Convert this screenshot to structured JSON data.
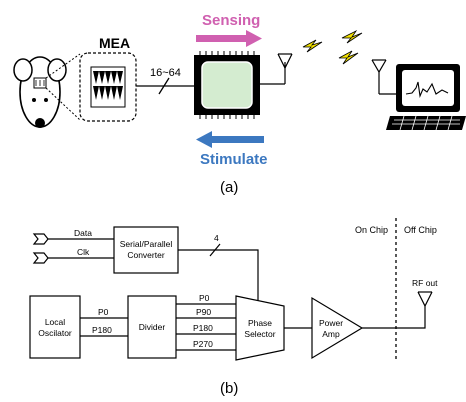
{
  "top": {
    "mea_label": "MEA",
    "channels_label": "16~64",
    "sensing_label": "Sensing",
    "stimulate_label": "Stimulate",
    "caption": "(a)",
    "colors": {
      "sensing": "#d060b0",
      "stimulate": "#3c78c0",
      "chip_core": "#d4ecd0",
      "lightning": "#f2e000"
    }
  },
  "bottom": {
    "data_label": "Data",
    "clk_label": "Clk",
    "converter_label_line1": "Serial/Parallel",
    "converter_label_line2": "Converter",
    "bus_label": "4",
    "osc_label_line1": "Local",
    "osc_label_line2": "Oscilator",
    "p0_label": "P0",
    "p180_label": "P180",
    "divider_label": "Divider",
    "phase_p0": "P0",
    "phase_p90": "P90",
    "phase_p180": "P180",
    "phase_p270": "P270",
    "selector_line1": "Phase",
    "selector_line2": "Selector",
    "amp_line1": "Power",
    "amp_line2": "Amp",
    "on_chip": "On Chip",
    "off_chip": "Off Chip",
    "rf_out": "RF out",
    "caption": "(b)"
  }
}
